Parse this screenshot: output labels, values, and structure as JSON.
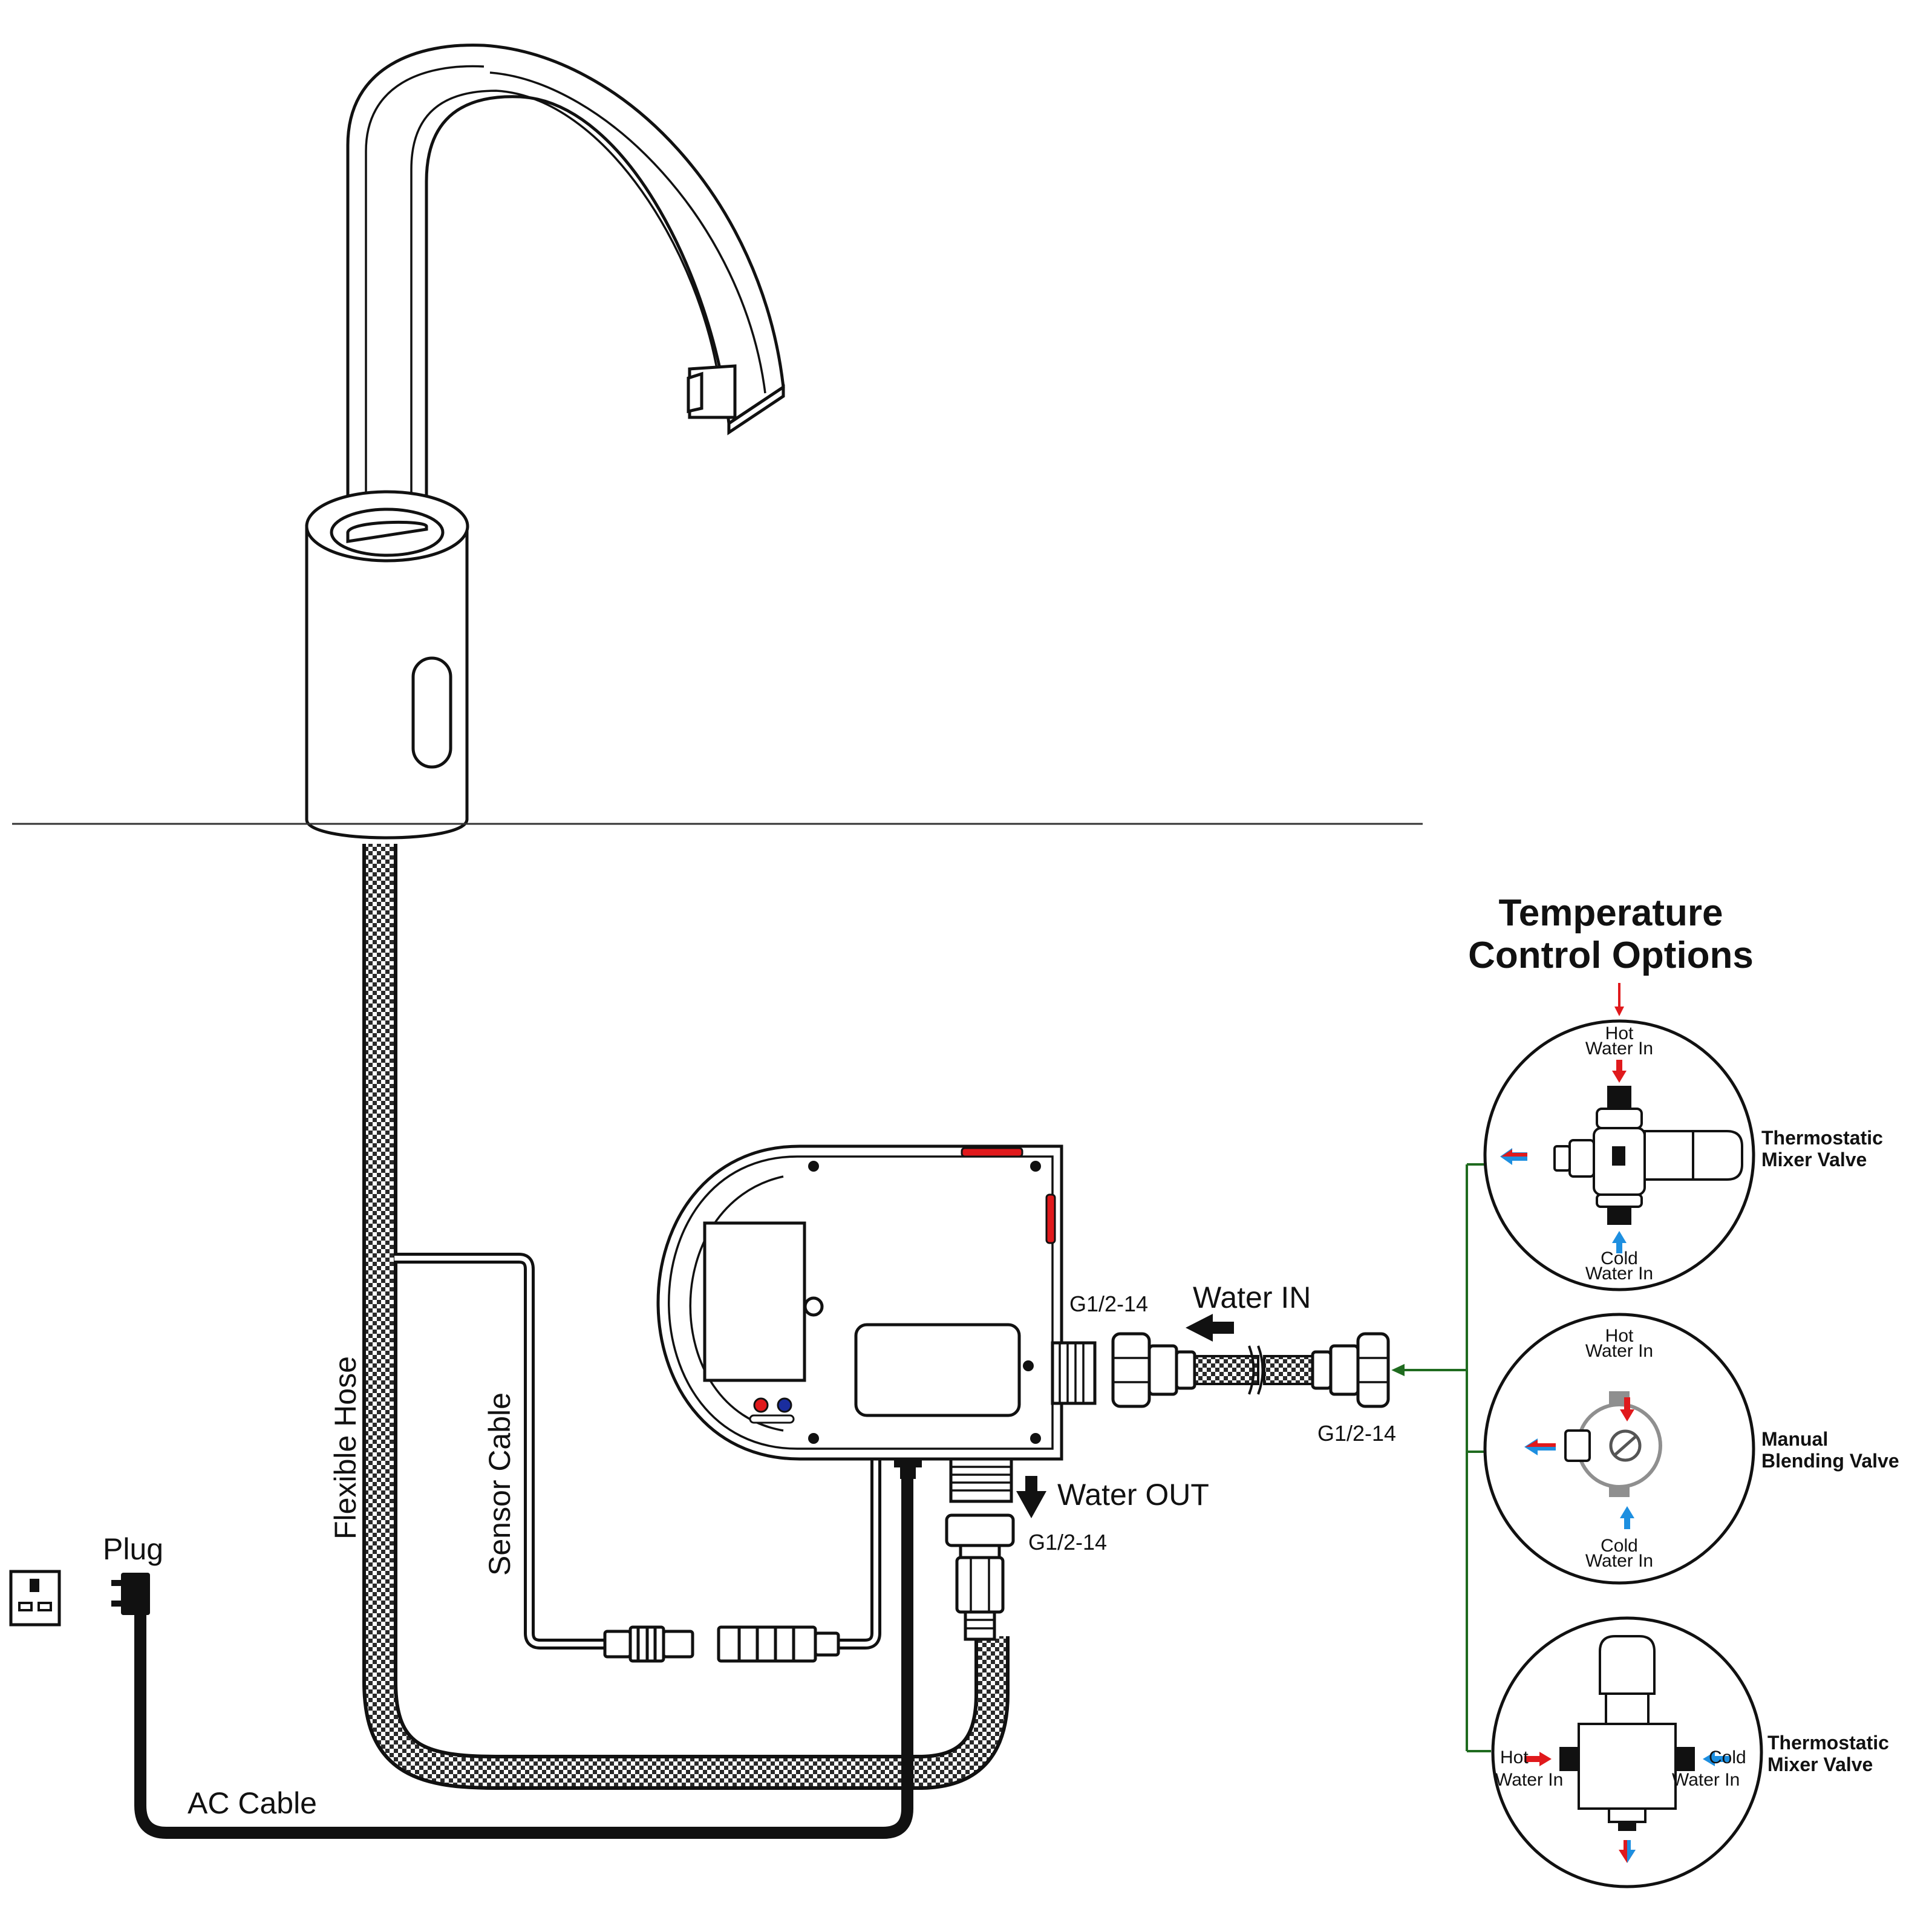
{
  "title_line1": "Temperature",
  "title_line2": "Control Options",
  "labels": {
    "flexible_hose": "Flexible Hose",
    "sensor_cable": "Sensor Cable",
    "plug": "Plug",
    "ac_cable": "AC Cable",
    "water_in": "Water IN",
    "water_out": "Water OUT",
    "g_inlet": "G1/2-14",
    "g_hose_end": "G1/2-14",
    "g_outlet": "G1/2-14"
  },
  "options": [
    {
      "name_line1": "Thermostatic",
      "name_line2": "Mixer Valve",
      "hot_line1": "Hot",
      "hot_line2": "Water In",
      "cold_line1": "Cold",
      "cold_line2": "Water In"
    },
    {
      "name_line1": "Manual",
      "name_line2": "Blending Valve",
      "hot_line1": "Hot",
      "hot_line2": "Water In",
      "cold_line1": "Cold",
      "cold_line2": "Water In"
    },
    {
      "name_line1": "Thermostatic",
      "name_line2": "Mixer Valve",
      "hot_line1": "Hot",
      "hot_line2": "Water In",
      "cold_line1": "Cold",
      "cold_line2": "Water In"
    }
  ],
  "colors": {
    "hot": "#e0191c",
    "cold": "#1d8fe0",
    "bracket": "#1f6b1f",
    "outline": "#111111"
  }
}
